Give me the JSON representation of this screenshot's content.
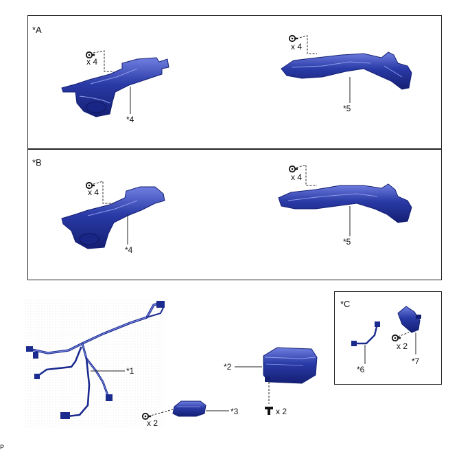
{
  "panels": {
    "a": "*A",
    "b": "*B",
    "c": "*C"
  },
  "parts": {
    "p1": "*1",
    "p2": "*2",
    "p3": "*3",
    "p4": "*4",
    "p5": "*5",
    "p6": "*6",
    "p7": "*7"
  },
  "quantities": {
    "x4": "x 4",
    "x2": "x 2"
  },
  "corner_code": "P",
  "colors": {
    "part_fill": "#2a3aa6",
    "part_dark": "#141f73",
    "part_light": "#6f7fe0",
    "line": "#222222"
  }
}
